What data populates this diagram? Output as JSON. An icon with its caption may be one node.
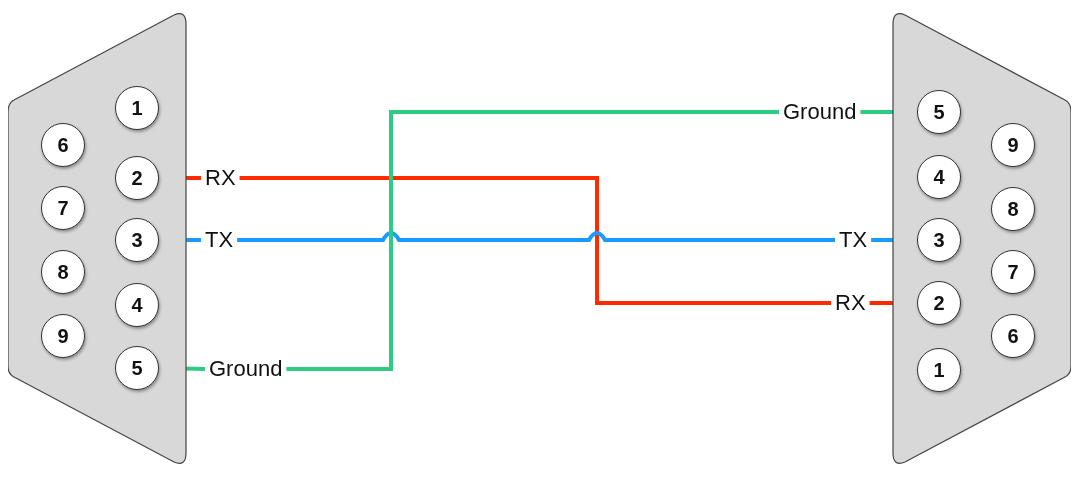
{
  "diagram": {
    "nodes": [
      {
        "text": [],
        "shape": "box"
      },
      {
        "text": [
          "1"
        ],
        "in": 0
      },
      {
        "text": [
          "6"
        ],
        "in": 0
      },
      {
        "text": [
          "2"
        ],
        "in": 0
      },
      {
        "text": [
          "7"
        ],
        "in": 0
      },
      {
        "text": [
          "3"
        ],
        "in": 0
      },
      {
        "text": [
          "8"
        ],
        "in": 0
      },
      {
        "text": [
          "4"
        ],
        "in": 0
      },
      {
        "text": [
          "9"
        ],
        "in": 0
      },
      {
        "text": [
          "5"
        ],
        "in": 0
      },
      {
        "text": [
          "RX"
        ]
      },
      {
        "text": [
          "TX"
        ]
      },
      {
        "text": [
          "Ground"
        ]
      },
      {
        "text": [
          "Ground"
        ]
      },
      {
        "text": [
          "TX"
        ]
      },
      {
        "text": [
          "RX"
        ]
      },
      {
        "text": [],
        "shape": "box"
      },
      {
        "text": [
          "5"
        ],
        "in": 16
      },
      {
        "text": [
          "9"
        ],
        "in": 16
      },
      {
        "text": [
          "4"
        ],
        "in": 16
      },
      {
        "text": [
          "8"
        ],
        "in": 16
      },
      {
        "text": [
          "3"
        ],
        "in": 16
      },
      {
        "text": [
          "7"
        ],
        "in": 16
      },
      {
        "text": [
          "2"
        ],
        "in": 16
      },
      {
        "text": [
          "6"
        ],
        "in": 16
      },
      {
        "text": [
          "1"
        ],
        "in": 16
      }
    ],
    "edges": [
      {
        "from": 3,
        "to": 10,
        "arrow": "none",
        "color": "#ff2a00"
      },
      {
        "from": 10,
        "to": 15,
        "arrow": "none",
        "color": "#ff2a00"
      },
      {
        "from": 15,
        "to": 23,
        "arrow": "none",
        "color": "#ff2a00"
      },
      {
        "from": 5,
        "to": 11,
        "arrow": "none",
        "color": "#1a9bff"
      },
      {
        "from": 11,
        "to": 14,
        "arrow": "none",
        "color": "#1a9bff"
      },
      {
        "from": 14,
        "to": 21,
        "arrow": "none",
        "color": "#1a9bff"
      },
      {
        "from": 9,
        "to": 12,
        "arrow": "none",
        "color": "#2ecc80"
      },
      {
        "from": 12,
        "to": 13,
        "arrow": "none",
        "color": "#2ecc80"
      },
      {
        "from": 13,
        "to": 17,
        "arrow": "none",
        "color": "#2ecc80"
      }
    ]
  }
}
